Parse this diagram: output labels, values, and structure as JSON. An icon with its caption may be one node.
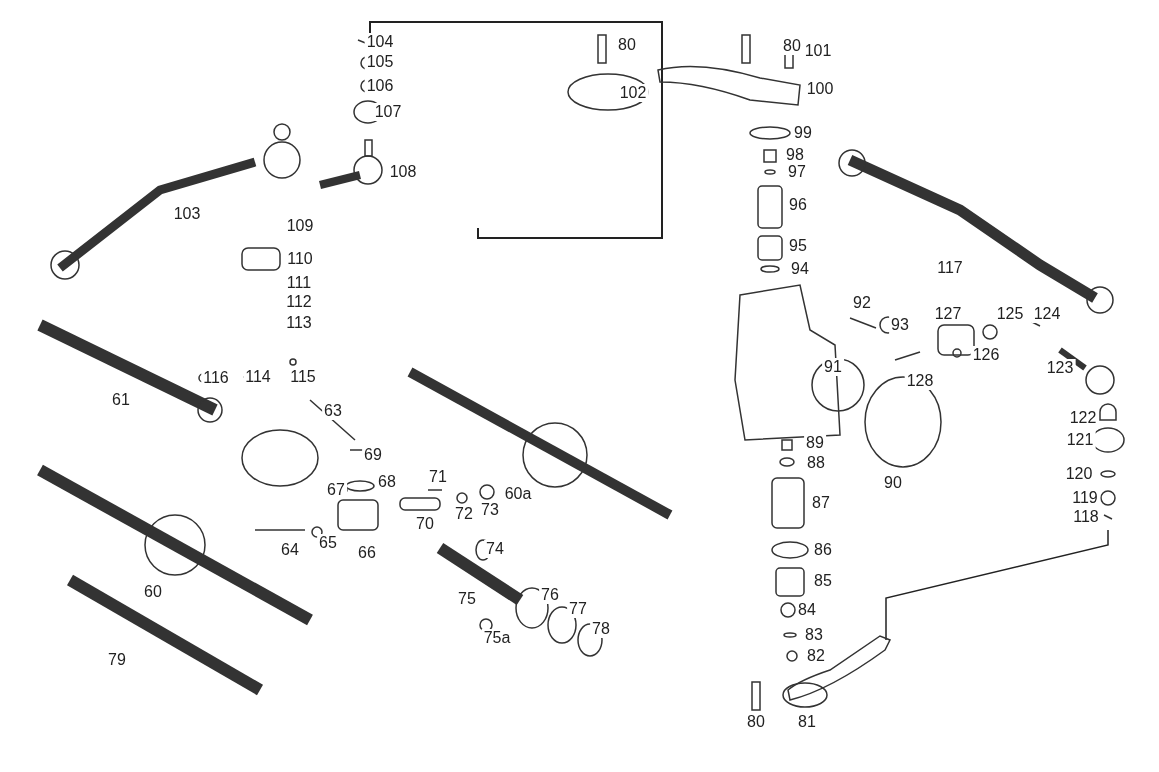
{
  "diagram": {
    "labels": [
      "104",
      "80",
      "80",
      "101",
      "105",
      "106",
      "102",
      "100",
      "107",
      "99",
      "98",
      "97",
      "108",
      "96",
      "103",
      "109",
      "95",
      "110",
      "117",
      "94",
      "111",
      "112",
      "92",
      "113",
      "127",
      "125",
      "124",
      "93",
      "126",
      "91",
      "123",
      "116",
      "114",
      "115",
      "128",
      "61",
      "63",
      "122",
      "121",
      "89",
      "69",
      "88",
      "120",
      "90",
      "71",
      "68",
      "67",
      "119",
      "60a",
      "72",
      "73",
      "87",
      "118",
      "70",
      "65",
      "64",
      "74",
      "86",
      "66",
      "85",
      "60",
      "75",
      "76",
      "77",
      "84",
      "78",
      "83",
      "75a",
      "82",
      "79",
      "80",
      "81"
    ]
  }
}
